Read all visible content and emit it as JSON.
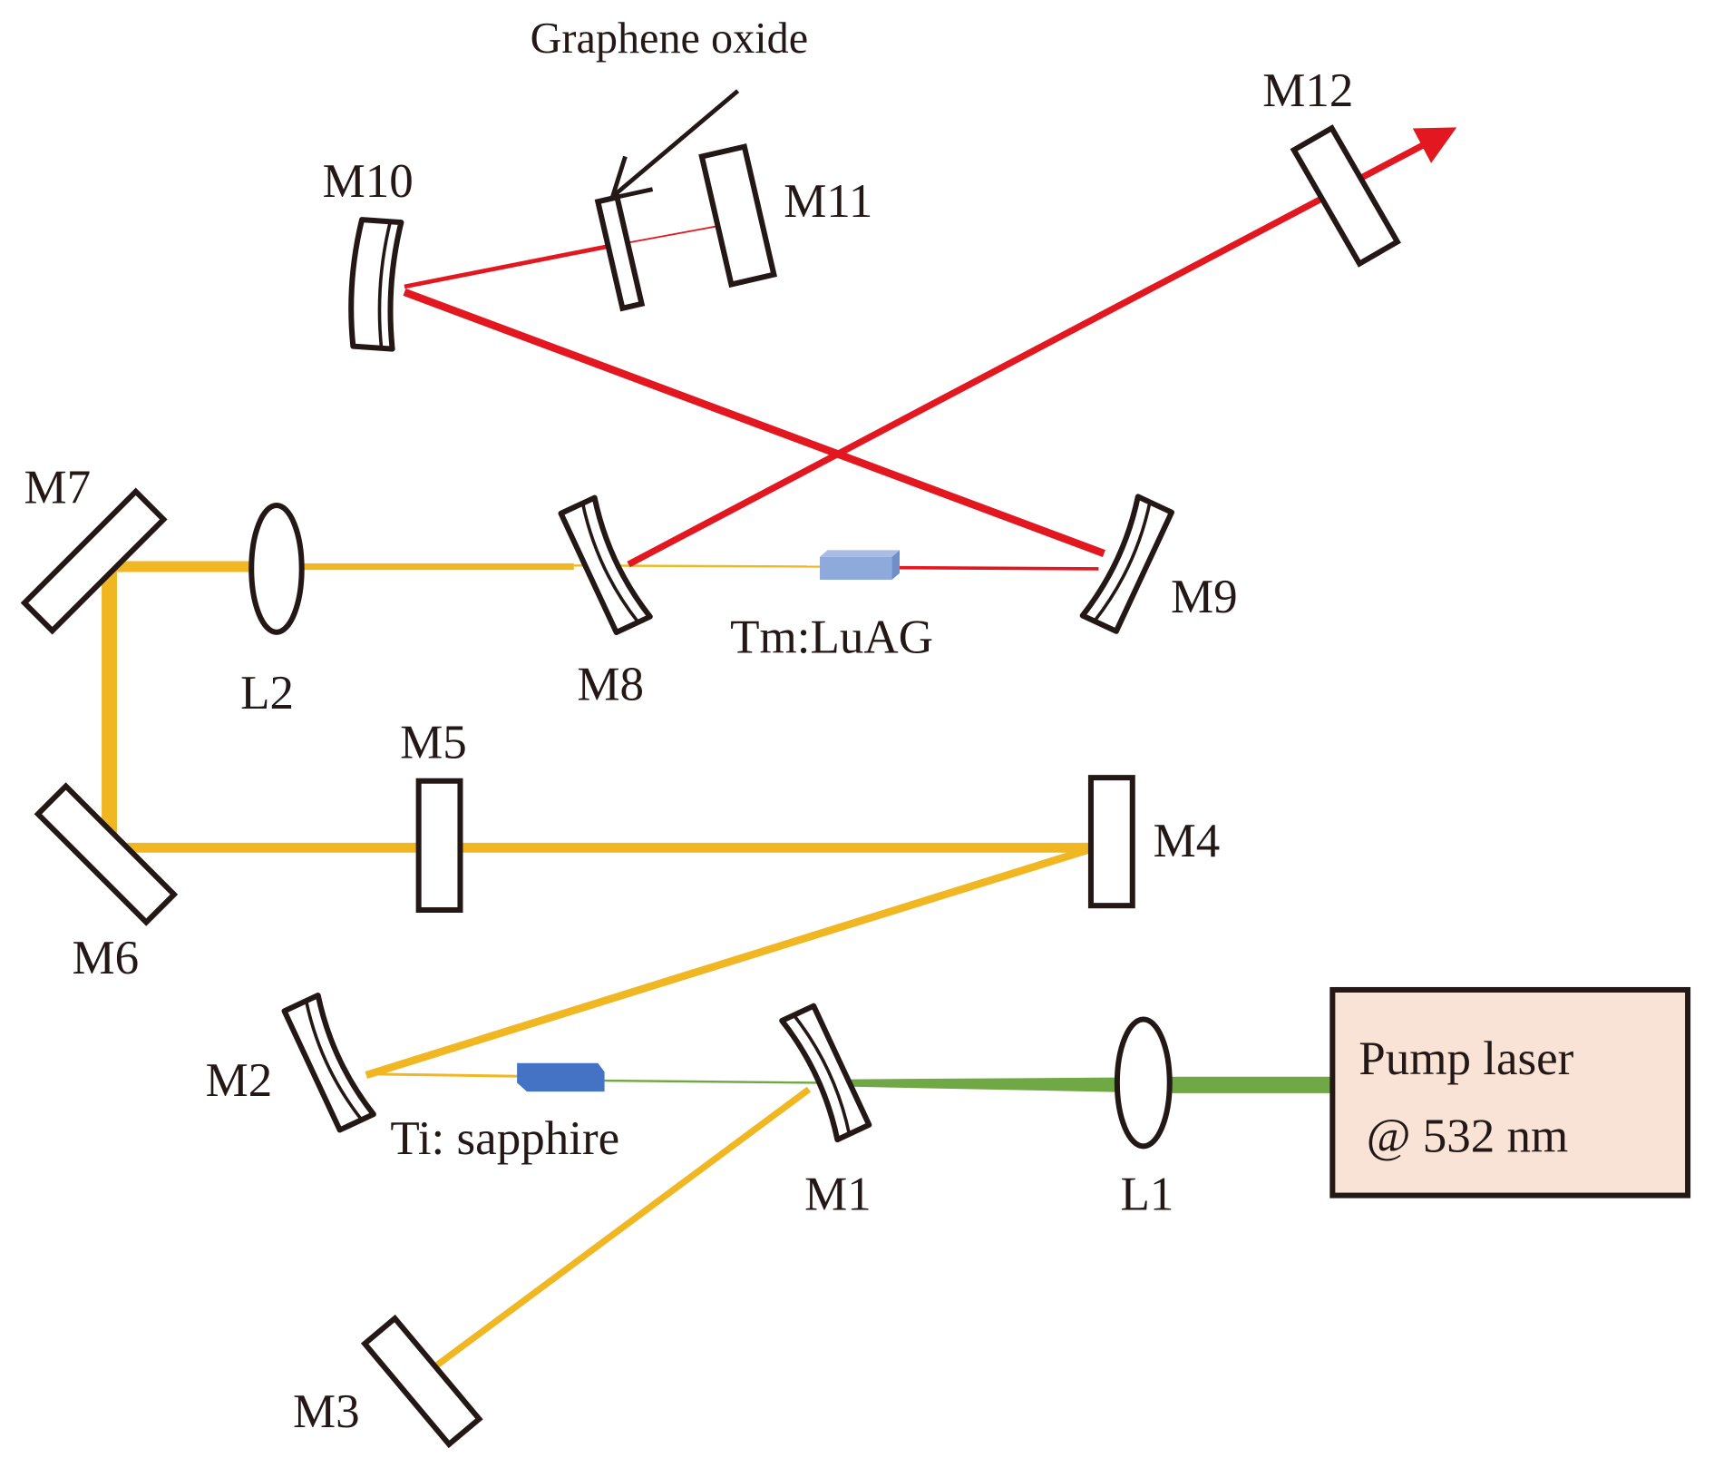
{
  "title_label": "Graphene oxide",
  "labels": {
    "M1": "M1",
    "M2": "M2",
    "M3": "M3",
    "M4": "M4",
    "M5": "M5",
    "M6": "M6",
    "M7": "M7",
    "M8": "M8",
    "M9": "M9",
    "M10": "M10",
    "M11": "M11",
    "M12": "M12",
    "L1": "L1",
    "L2": "L2",
    "ti_crystal": "Ti: sapphire",
    "tm_crystal": "Tm:LuAG"
  },
  "pump": {
    "line1": "Pump laser",
    "line2": "@ 532 nm"
  },
  "colors": {
    "pump_beam": "#70a845",
    "ti_beam": "#f0b722",
    "tm_beam": "#e3171f",
    "pump_box": "#f8e3d6",
    "ti_crystal": "#4472c4",
    "tm_crystal": "#8ea9db"
  }
}
